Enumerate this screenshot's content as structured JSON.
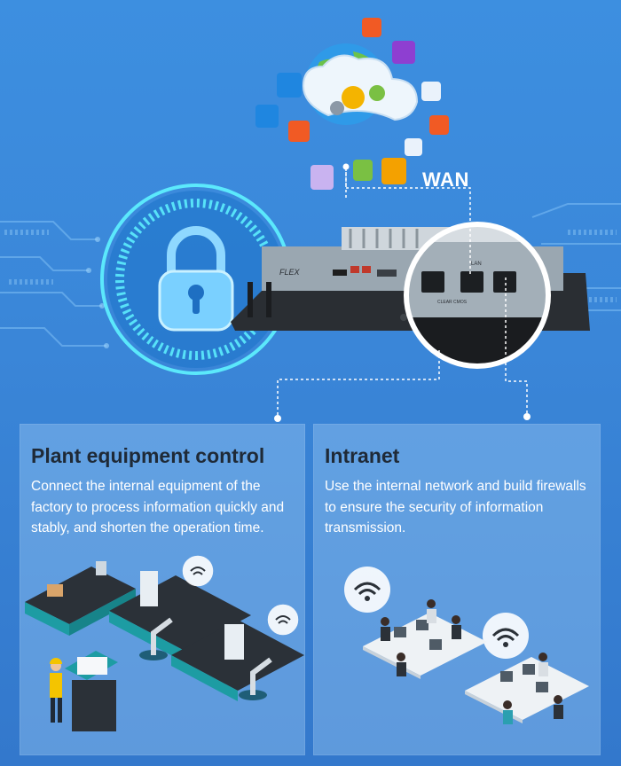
{
  "wan_label": "WAN",
  "panel_pc": {
    "brand": "FLEX",
    "port_label": "LAN",
    "button_label": "CLEAR CMOS"
  },
  "cards": [
    {
      "title": "Plant equipment control",
      "body": "Connect the internal equipment of the factory to process information quickly and stably, and shorten the operation time."
    },
    {
      "title": "Intranet",
      "body": "Use the internal network and build firewalls to ensure the security of information transmission."
    }
  ],
  "colors": {
    "background": "#3a86d8",
    "card_title": "#1f2a37",
    "card_text": "#ffffff",
    "glow": "#5ff3ff"
  }
}
